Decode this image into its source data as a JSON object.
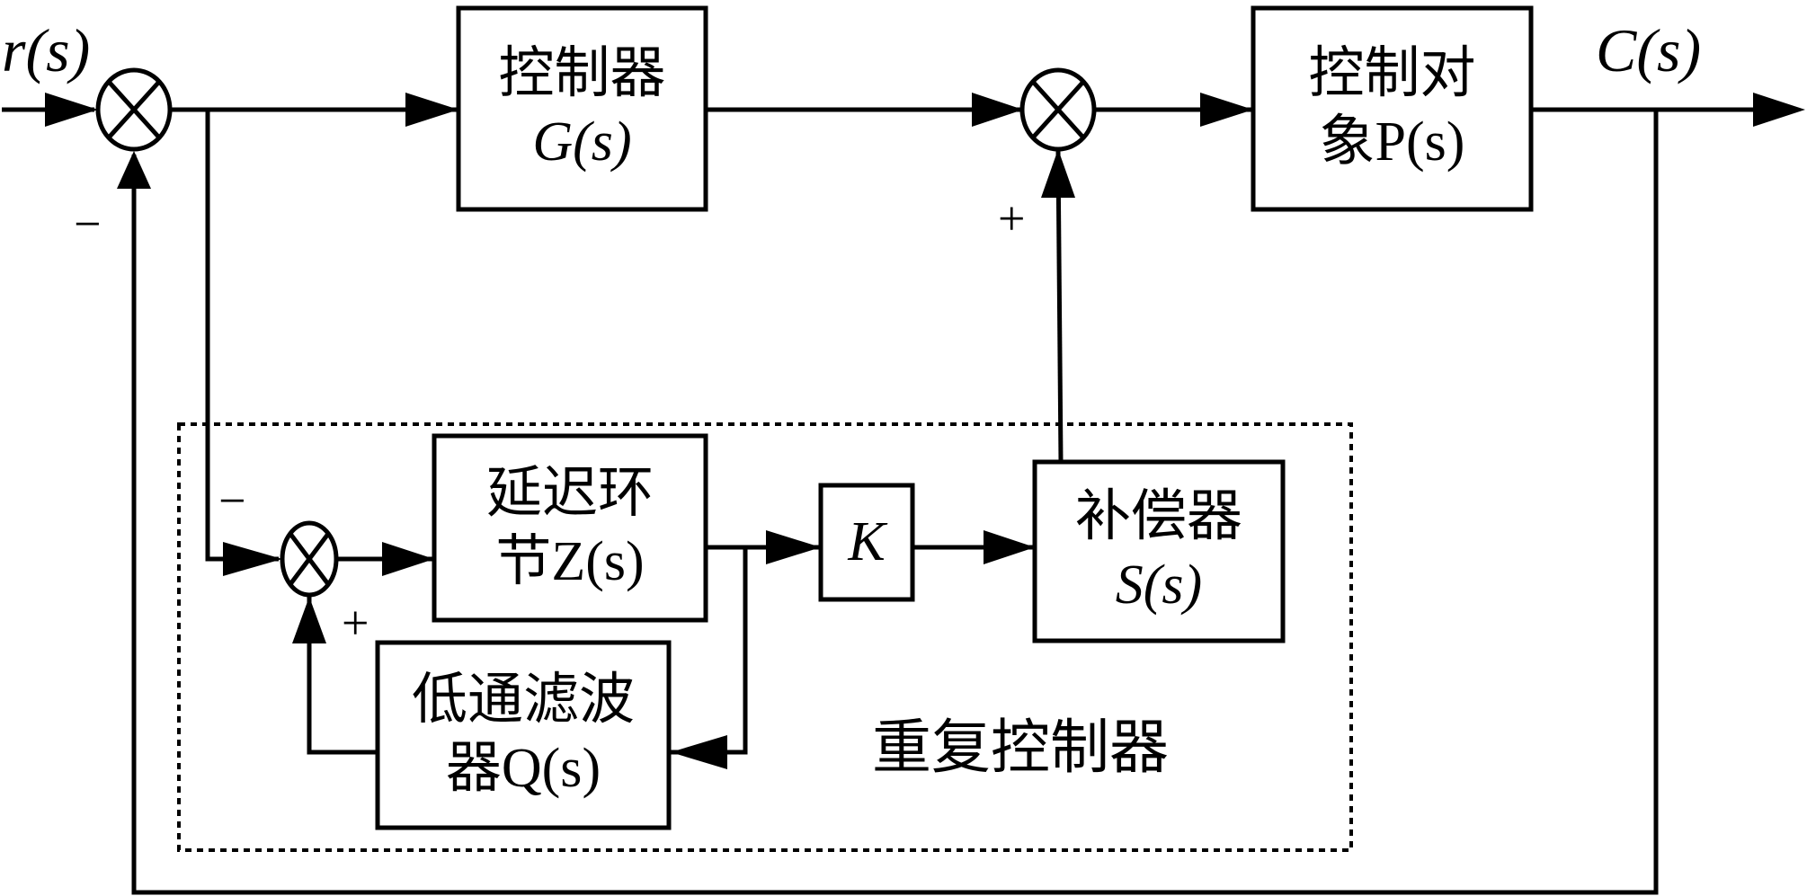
{
  "diagram": {
    "title": "Repetitive control system block diagram",
    "signals": {
      "input": "r(s)",
      "output": "C(s)"
    },
    "blocks": {
      "controller": {
        "line1": "控制器",
        "line2": "G(s)"
      },
      "plant": {
        "line1": "控制对",
        "line2": "象P(s)"
      },
      "delay": {
        "line1": "延迟环",
        "line2": "节Z(s)"
      },
      "gain": {
        "line1": "K"
      },
      "compensator": {
        "line1": "补偿器",
        "line2": "S(s)"
      },
      "filter": {
        "line1": "低通滤波",
        "line2": "器Q(s)"
      }
    },
    "group_label": "重复控制器",
    "signs": {
      "sum1_feedback": "−",
      "sum2_compensation": "+",
      "sum3_input": "−",
      "sum3_feedback": "+"
    },
    "colors": {
      "stroke": "#000000",
      "background": "#ffffff"
    }
  }
}
